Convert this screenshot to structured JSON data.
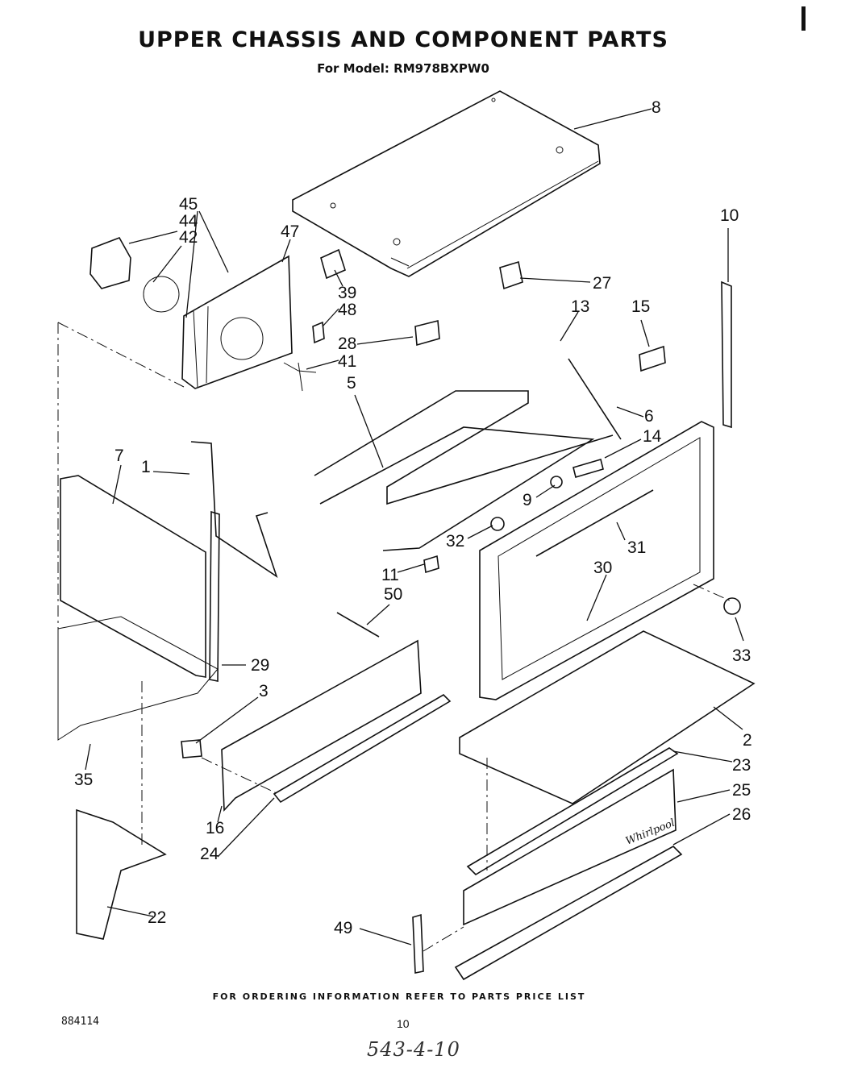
{
  "header": {
    "title": "UPPER CHASSIS AND COMPONENT PARTS",
    "model_line": "For Model: RM978BXPW0"
  },
  "footer": {
    "ordering_note": "FOR ORDERING INFORMATION REFER TO PARTS PRICE LIST",
    "doc_number": "884114",
    "page_number": "10",
    "handwritten_note": "543-4-10"
  },
  "logo_text": "Whirlpool",
  "part_labels": [
    "8",
    "45",
    "44",
    "42",
    "47",
    "39",
    "48",
    "28",
    "41",
    "10",
    "27",
    "13",
    "15",
    "5",
    "6",
    "14",
    "7",
    "1",
    "9",
    "32",
    "31",
    "30",
    "11",
    "50",
    "33",
    "29",
    "3",
    "2",
    "23",
    "35",
    "25",
    "16",
    "24",
    "26",
    "22",
    "49"
  ]
}
